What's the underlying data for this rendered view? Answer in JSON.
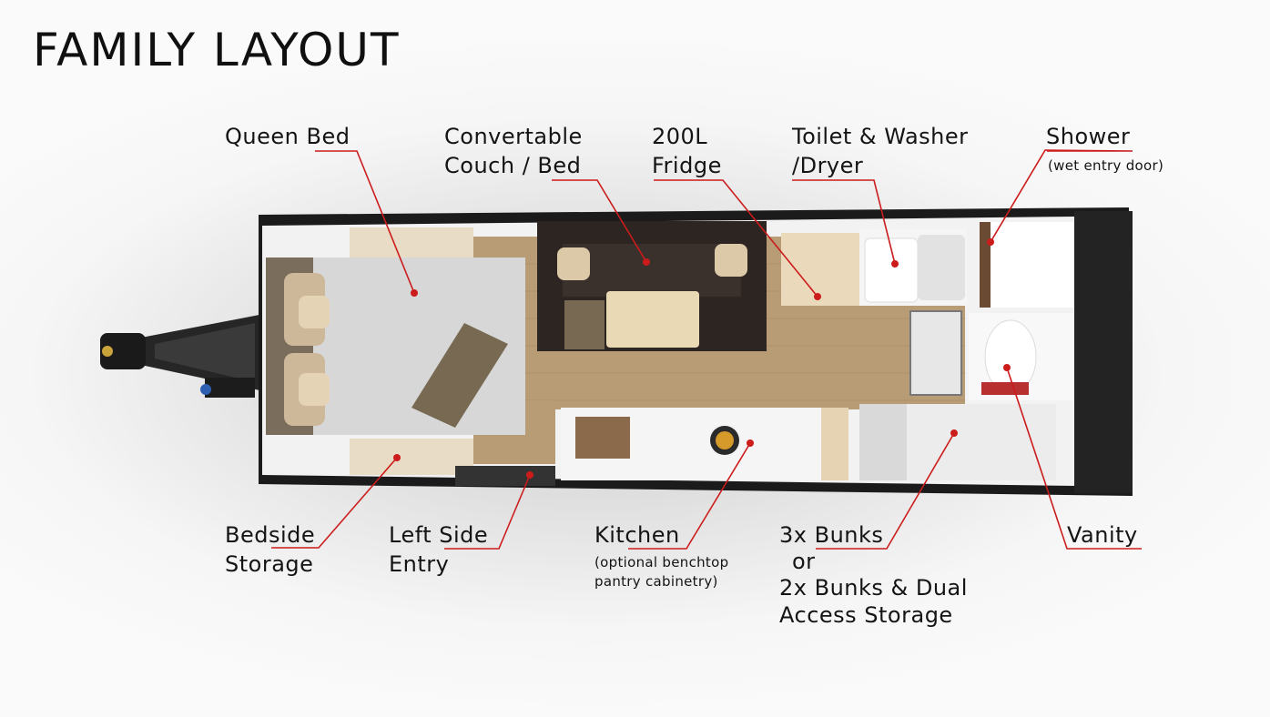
{
  "title": "FAMILY LAYOUT",
  "colors": {
    "leader": "#cc1b1b",
    "wall": "#f3f3f3",
    "floor": "#b89d78",
    "frame": "#1e1e1e"
  },
  "labels": {
    "queen_bed": "Queen Bed",
    "couch_l1": "Convertable",
    "couch_l2": "Couch / Bed",
    "fridge_l1": "200L",
    "fridge_l2": "Fridge",
    "toilet_l1": "Toilet & Washer",
    "toilet_l2": "/Dryer",
    "shower": "Shower",
    "shower_note": "(wet entry door)",
    "bedside_l1": "Bedside",
    "bedside_l2": "Storage",
    "entry_l1": "Left Side",
    "entry_l2": "Entry",
    "kitchen": "Kitchen",
    "kitchen_note_l1": "(optional benchtop",
    "kitchen_note_l2": "pantry cabinetry)",
    "bunks_l1": "3x Bunks",
    "bunks_l2": "or",
    "bunks_l3": "2x Bunks & Dual",
    "bunks_l4": "Access Storage",
    "vanity": "Vanity"
  }
}
